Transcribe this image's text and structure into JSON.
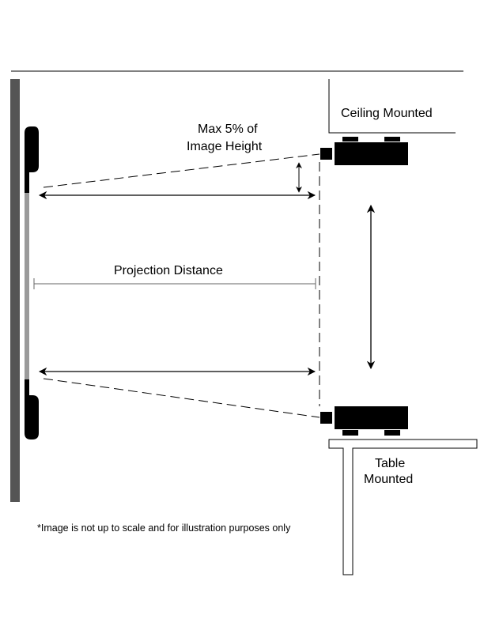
{
  "labels": {
    "ceiling_mounted": "Ceiling Mounted",
    "max_offset_line1": "Max 5% of",
    "max_offset_line2": "Image Height",
    "projection_distance": "Projection Distance",
    "table_mounted_line1": "Table",
    "table_mounted_line2": "Mounted"
  },
  "footnote": "*Image is not up to scale and for illustration purposes only",
  "colors": {
    "wall": "#555555",
    "screen_surface": "#9a9a9a",
    "outline": "#000000",
    "background": "#ffffff"
  },
  "icons": {
    "top_projector": "projector-icon",
    "bottom_projector": "projector-icon",
    "arrows": "double-arrow-icon"
  }
}
